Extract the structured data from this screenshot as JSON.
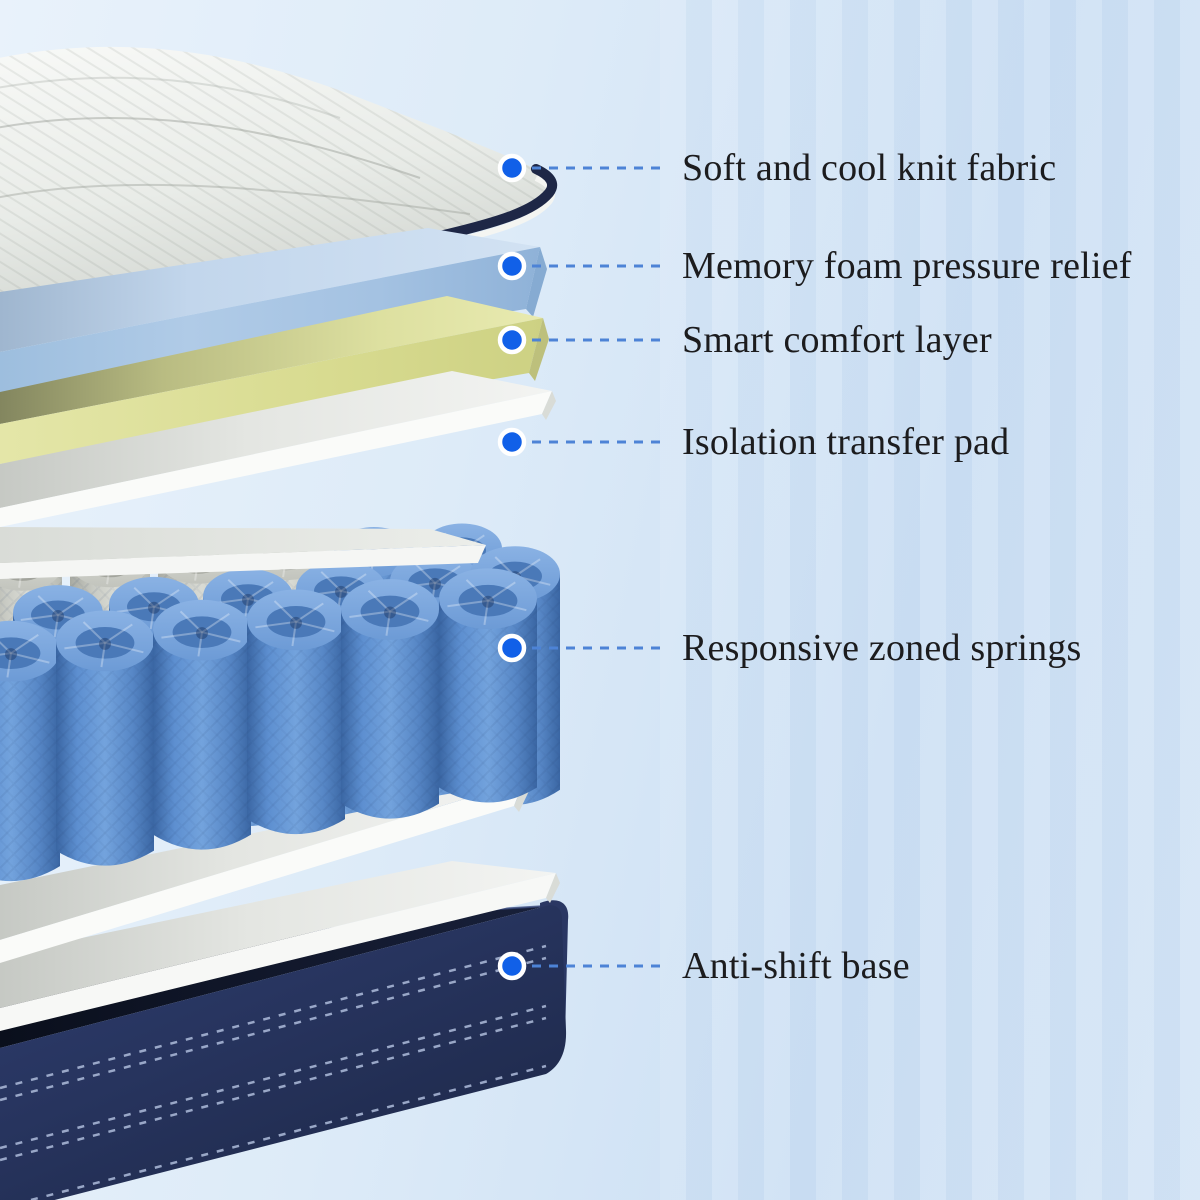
{
  "figure": {
    "type": "annotated-product-diagram",
    "subject": "Mattress exploded layer diagram",
    "callouts": [
      {
        "id": "knit-fabric",
        "label": "Soft and cool knit fabric"
      },
      {
        "id": "memory-foam",
        "label": "Memory foam pressure relief"
      },
      {
        "id": "comfort-layer",
        "label": "Smart comfort layer"
      },
      {
        "id": "isolation-pad",
        "label": "Isolation transfer pad"
      },
      {
        "id": "springs",
        "label": "Responsive zoned springs"
      },
      {
        "id": "base",
        "label": "Anti-shift base"
      }
    ],
    "colors": {
      "accent_dot": "#1160e8",
      "leader_line": "#4d83d6",
      "label_text": "#1c1c1e",
      "background_top": "#e9f2fb",
      "background_bottom": "#cde0f4",
      "knit_fabric": "#eff0ee",
      "memory_foam": "#aecbe8",
      "comfort_foam": "#dfe1a0",
      "isolation_pad": "#f1f2f0",
      "spring_fabric": "#5e90cf",
      "spring_fabric_zoned": "#c9cbc4",
      "base_fabric": "#26335c"
    }
  }
}
